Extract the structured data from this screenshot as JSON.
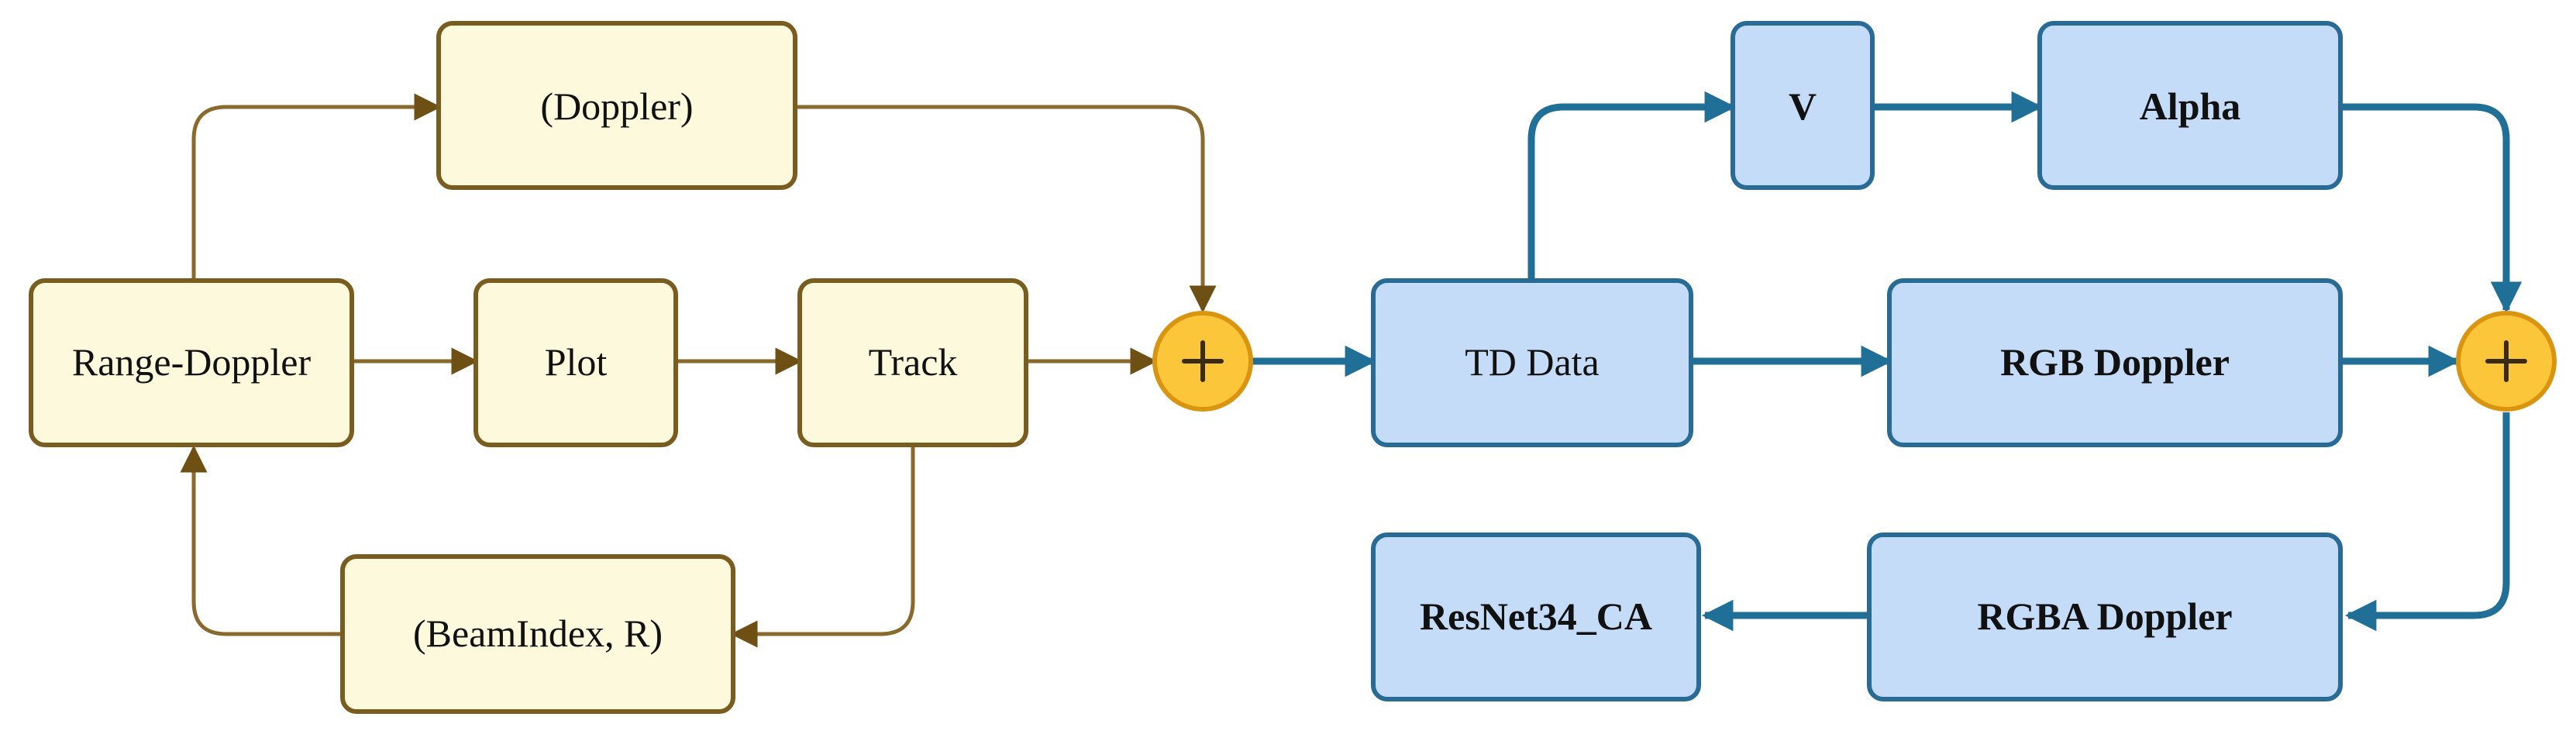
{
  "diagram": {
    "nodes": {
      "doppler": "(Doppler)",
      "range_doppler": "Range-Doppler",
      "plot": "Plot",
      "track": "Track",
      "beam_index": "(BeamIndex, R)",
      "td_data": "TD Data",
      "v": "V",
      "alpha": "Alpha",
      "rgb_doppler": "RGB Doppler",
      "rgba_doppler": "RGBA Doppler",
      "resnet": "ResNet34_CA"
    },
    "sum_symbol": "+",
    "colors": {
      "left_box_fill": "#fdf9dd",
      "left_box_stroke": "#7a5c1e",
      "left_edge": "#8a6a2c",
      "right_box_fill": "#c5dcf8",
      "right_box_stroke": "#276b96",
      "right_edge": "#1f6f96",
      "sum_fill": "#fcc63a"
    }
  }
}
